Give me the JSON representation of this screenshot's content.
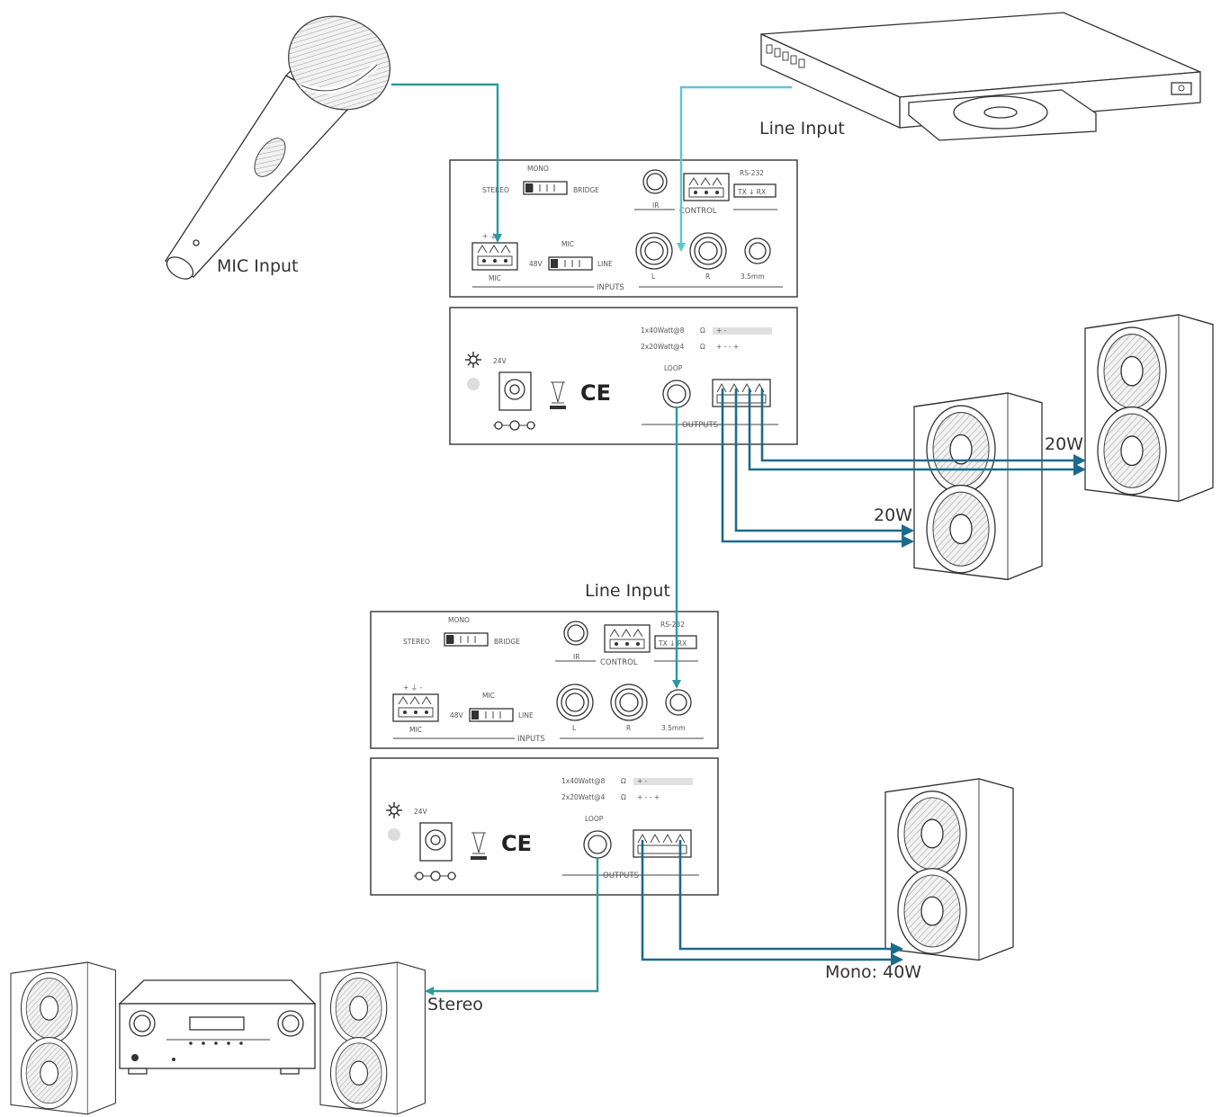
{
  "labels": {
    "mic_input": "MIC Input",
    "line_input_top": "Line Input",
    "line_input_mid": "Line Input",
    "w20_right": "20W",
    "w20_left": "20W",
    "mono_40w": "Mono: 40W",
    "stereo": "Stereo"
  },
  "panel": {
    "mono": "MONO",
    "stereo": "STEREO",
    "bridge": "BRIDGE",
    "ir": "IR",
    "control": "CONTROL",
    "rs232": "RS-232",
    "tx_rx": "TX ↓ RX",
    "mic_plus_minus": "+ ⏚ -",
    "v48": "48V",
    "mic_switch": "MIC",
    "line_switch": "LINE",
    "mic_port": "MIC",
    "inputs": "INPUTS",
    "l": "L",
    "r": "R",
    "mm35": "3.5mm",
    "out_1x40": "1x40Watt@8",
    "out_2x20": "2x20Watt@4",
    "ohm": "Ω",
    "v24": "24V",
    "loop": "LOOP",
    "outputs": "OUTPUTS",
    "ce": "CE",
    "polarity_1x": "+                    -",
    "polarity_2x": "+  -  -  +"
  },
  "colors": {
    "cable_teal": "#2a9aa0",
    "cable_light": "#5cc6cf",
    "cable_dark": "#1c6a8e"
  }
}
